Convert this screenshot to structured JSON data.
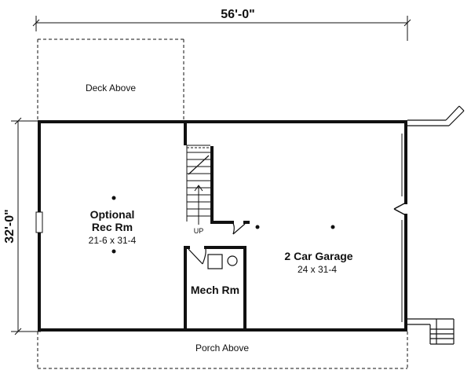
{
  "dimensions": {
    "width": "56'-0\"",
    "depth": "32'-0\""
  },
  "labels": {
    "deck": "Deck Above",
    "porch": "Porch Above",
    "stair_up": "UP"
  },
  "rooms": {
    "rec_name_line1": "Optional",
    "rec_name_line2": "Rec Rm",
    "rec_size": "21-6 x 31-4",
    "garage_name": "2 Car Garage",
    "garage_size": "24 x 31-4",
    "mech_name": "Mech Rm"
  }
}
